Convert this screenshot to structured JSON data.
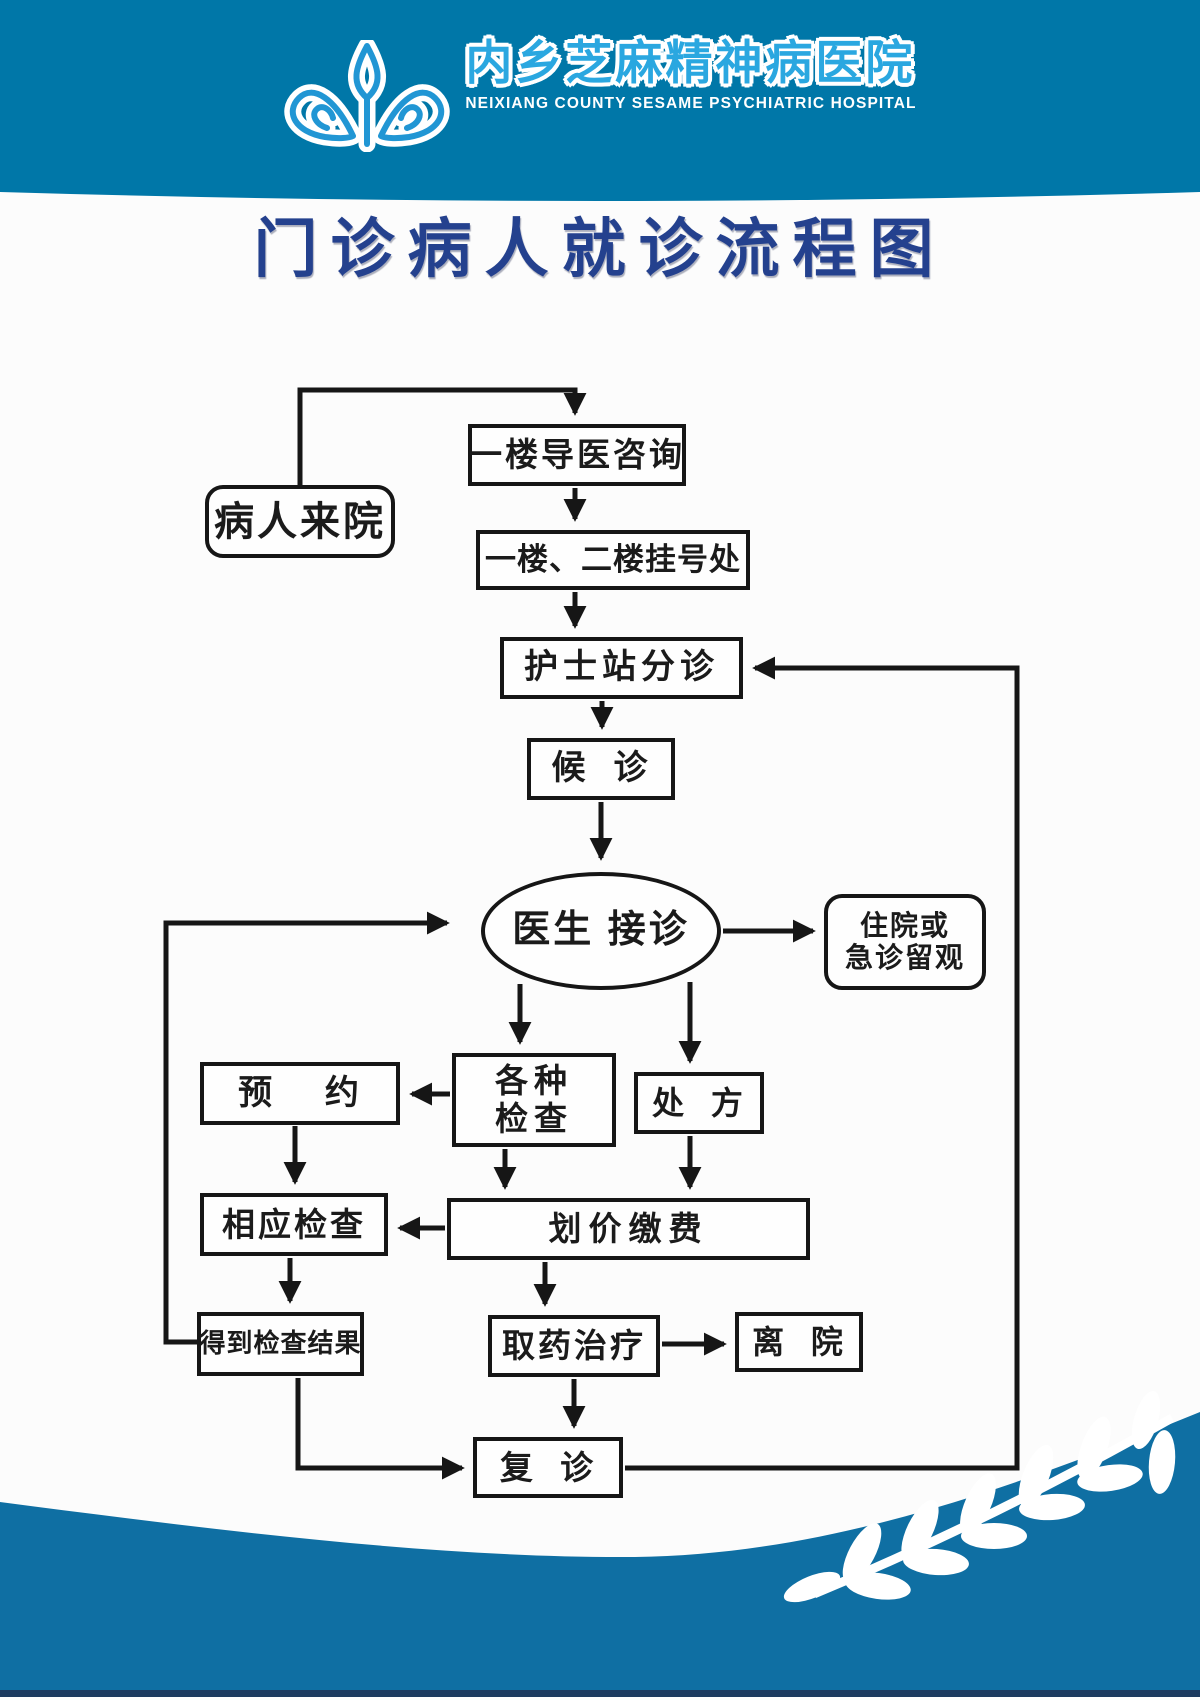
{
  "header": {
    "bg_color": "#0077a8",
    "logo": {
      "icon": "two-hearts-water-drop",
      "name_cn": "内乡芝麻精神病医院",
      "name_en": "NEIXIANG COUNTY SESAME PSYCHIATRIC HOSPITAL",
      "name_cn_color": "#2aa7e0",
      "name_en_color": "#ffffff"
    }
  },
  "title": {
    "text": "门诊病人就诊流程图",
    "color": "#24418e"
  },
  "flowchart": {
    "line_color": "#161616",
    "patient_arrival": "病人来院",
    "guide_consult": "一楼导医咨询",
    "registration": "一楼、二楼挂号处",
    "triage": "护士站分诊",
    "waiting": "候  诊",
    "doctor_reception": "医生 接诊",
    "admission_line1": "住院或",
    "admission_line2": "急诊留观",
    "various_exams_line1": "各种",
    "various_exams_line2": "检查",
    "prescription": "处  方",
    "appointment": "预    约",
    "corresponding_exam": "相应检查",
    "pricing_payment": "划价缴费",
    "exam_results": "得到检查结果",
    "medicine_treatment": "取药治疗",
    "discharge": "离  院",
    "followup": "复  诊",
    "edges": [
      {
        "from": "病人来院",
        "to": "一楼导医咨询"
      },
      {
        "from": "一楼导医咨询",
        "to": "一楼、二楼挂号处"
      },
      {
        "from": "一楼、二楼挂号处",
        "to": "护士站分诊"
      },
      {
        "from": "护士站分诊",
        "to": "候诊"
      },
      {
        "from": "候诊",
        "to": "医生接诊"
      },
      {
        "from": "医生接诊",
        "to": "住院或急诊留观"
      },
      {
        "from": "医生接诊",
        "to": "各种检查"
      },
      {
        "from": "医生接诊",
        "to": "处方"
      },
      {
        "from": "各种检查",
        "to": "预约"
      },
      {
        "from": "预约",
        "to": "相应检查"
      },
      {
        "from": "各种检查",
        "to": "划价缴费"
      },
      {
        "from": "处方",
        "to": "划价缴费"
      },
      {
        "from": "划价缴费",
        "to": "相应检查"
      },
      {
        "from": "相应检查",
        "to": "得到检查结果"
      },
      {
        "from": "得到检查结果",
        "to": "医生接诊"
      },
      {
        "from": "划价缴费",
        "to": "取药治疗"
      },
      {
        "from": "取药治疗",
        "to": "离院"
      },
      {
        "from": "取药治疗",
        "to": "复诊"
      },
      {
        "from": "得到检查结果",
        "to": "复诊"
      },
      {
        "from": "复诊",
        "to": "护士站分诊"
      }
    ]
  },
  "footer": {
    "bg_color": "#0f6fa3",
    "bottom_bar_color": "#1c3a5f",
    "decoration": "white-laurel-branch"
  }
}
